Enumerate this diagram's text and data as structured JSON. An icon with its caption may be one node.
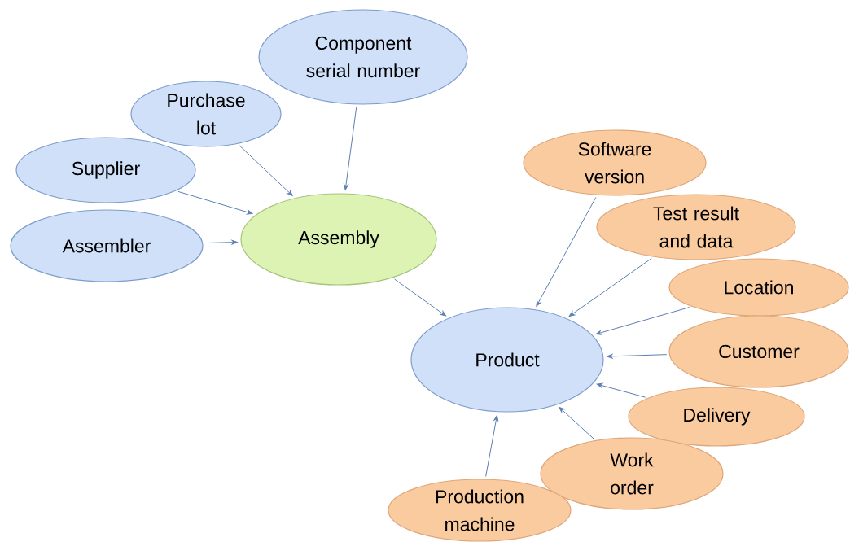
{
  "diagram": {
    "nodes": [
      {
        "text": [
          "Component serial number"
        ]
      },
      {
        "text": [
          "Purchase lot"
        ]
      },
      {
        "text": [
          "Supplier"
        ]
      },
      {
        "text": [
          "Assembler"
        ]
      },
      {
        "text": [
          "Assembly"
        ]
      },
      {
        "text": [
          "Software version"
        ]
      },
      {
        "text": [
          "Test result and data"
        ]
      },
      {
        "text": [
          "Location"
        ]
      },
      {
        "text": [
          "Customer"
        ]
      },
      {
        "text": [
          "Product"
        ]
      },
      {
        "text": [
          "Delivery"
        ]
      },
      {
        "text": [
          "Work order"
        ]
      },
      {
        "text": [
          "Production machine"
        ]
      }
    ],
    "edges": [
      {
        "from": 0,
        "to": 4,
        "arrow": "to"
      },
      {
        "from": 1,
        "to": 4,
        "arrow": "to"
      },
      {
        "from": 2,
        "to": 4,
        "arrow": "to"
      },
      {
        "from": 3,
        "to": 4,
        "arrow": "to"
      },
      {
        "from": 4,
        "to": 9,
        "arrow": "to"
      },
      {
        "from": 5,
        "to": 9,
        "arrow": "to"
      },
      {
        "from": 6,
        "to": 9,
        "arrow": "to"
      },
      {
        "from": 7,
        "to": 9,
        "arrow": "to"
      },
      {
        "from": 8,
        "to": 9,
        "arrow": "to"
      },
      {
        "from": 10,
        "to": 9,
        "arrow": "to"
      },
      {
        "from": 11,
        "to": 9,
        "arrow": "to"
      },
      {
        "from": 12,
        "to": 9,
        "arrow": "to"
      }
    ]
  }
}
